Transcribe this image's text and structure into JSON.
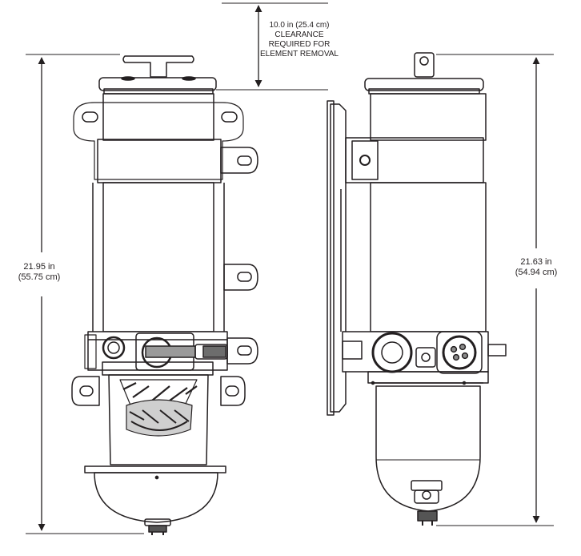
{
  "clearance": {
    "line1": "10.0 in (25.4 cm)",
    "line2": "CLEARANCE",
    "line3": "REQUIRED FOR",
    "line4": "ELEMENT REMOVAL"
  },
  "left_height": {
    "inches": "21.95 in",
    "cm": "(55.75 cm)"
  },
  "right_height": {
    "inches": "21.63 in",
    "cm": "(54.94 cm)"
  },
  "colors": {
    "line": "#231f20",
    "body": "#ffffff"
  }
}
